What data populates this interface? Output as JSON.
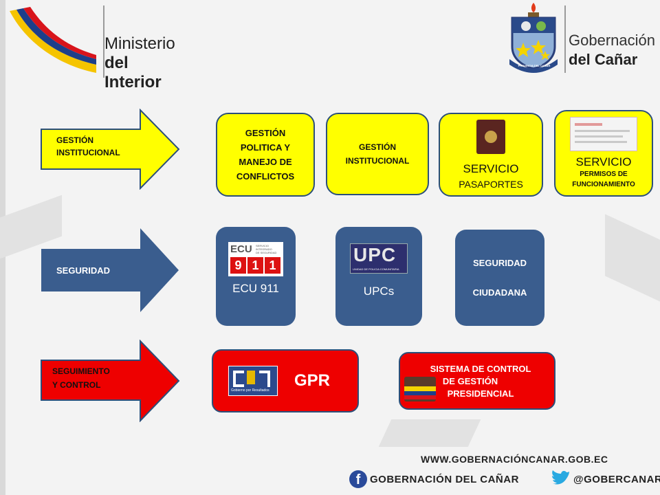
{
  "header": {
    "left_logo": {
      "line1": "Ministerio",
      "line2": "del Interior"
    },
    "right_logo": {
      "line1": "Gobernación",
      "line2": "del Cañar",
      "seal_caption": "PROVINCIA DEL CAÑAR"
    }
  },
  "rows": [
    {
      "arrow_label_1": "GESTIÓN",
      "arrow_label_2": "INSTITUCIONAL",
      "arrow_color": "#ffff00"
    },
    {
      "arrow_label_1": "SEGURIDAD",
      "arrow_color": "#3a5d8e"
    },
    {
      "arrow_label_1": "SEGUIMIENTO",
      "arrow_label_2": "Y CONTROL",
      "arrow_color": "#ee0000"
    }
  ],
  "boxes": {
    "politica": {
      "lines": [
        "GESTIÓN",
        "POLITICA  Y",
        "MANEJO DE",
        "CONFLICTOS"
      ]
    },
    "institucional": {
      "lines": [
        "GESTIÓN",
        "INSTITUCIONAL"
      ]
    },
    "pasaportes": {
      "title": "SERVICIO",
      "subtitle": "PASAPORTES"
    },
    "permisos": {
      "title": "SERVICIO",
      "sub1": "PERMISOS  DE",
      "sub2": "FUNCIONAMIENTO"
    },
    "ecu911": {
      "label": "ECU 911",
      "logo_text": "ECU",
      "logo_digits": [
        "9",
        "1",
        "1"
      ],
      "logo_small_1": "SERVICIO",
      "logo_small_2": "INTEGRADO",
      "logo_small_3": "DE SEGURIDAD"
    },
    "upc": {
      "label": "UPCs",
      "logo_text": "UPC",
      "logo_caption": "UNIDAD DE POLICIA COMUNITARIA"
    },
    "seguridad": {
      "line1": "SEGURIDAD",
      "line2": "CIUDADANA"
    },
    "gpr": {
      "label": "GPR",
      "logo_caption": "Gobierno por Resultados"
    },
    "sistema": {
      "lines": [
        "SISTEMA DE CONTROL",
        "DE GESTIÓN",
        "PRESIDENCIAL"
      ]
    }
  },
  "footer": {
    "website": "WWW.GOBERNACIÓNCANAR.GOB.EC",
    "facebook": "GOBERNACIÓN DEL CAÑAR",
    "twitter": "@GOBERCANAR"
  },
  "colors": {
    "yellow": "#ffff00",
    "blue": "#3a5d8e",
    "red": "#ee0000",
    "border": "#2b4f7a"
  }
}
